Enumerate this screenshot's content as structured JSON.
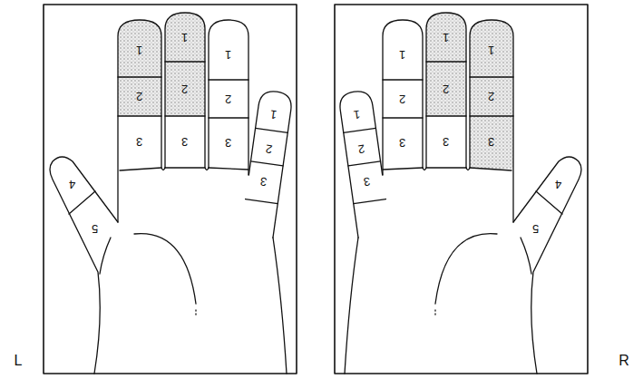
{
  "diagram": {
    "labels": [
      "4",
      "5",
      "1",
      "2",
      "3",
      "1",
      "2",
      "3",
      "1",
      "2",
      "3",
      "1",
      "2",
      "3",
      "1",
      "2",
      "3",
      "1",
      "2",
      "3",
      "1",
      "2",
      "3",
      "1",
      "2",
      "3",
      "4",
      "5",
      "L",
      "R"
    ]
  }
}
